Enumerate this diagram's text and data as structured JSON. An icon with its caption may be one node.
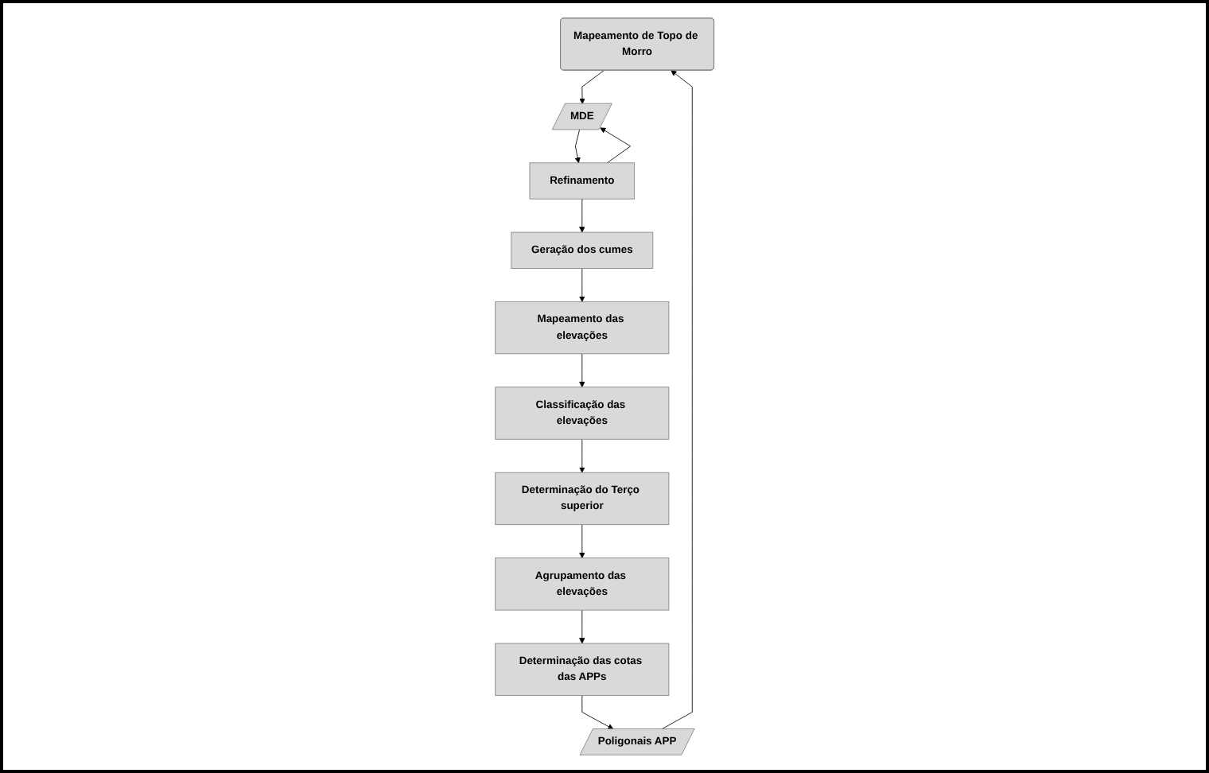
{
  "diagram": {
    "nodes": [
      {
        "text": [
          "Mapeamento de Topo de Morro"
        ]
      },
      {
        "text": [
          "MDE"
        ]
      },
      {
        "text": [
          "Refinamento"
        ]
      },
      {
        "text": [
          "Geração dos cumes"
        ]
      },
      {
        "text": [
          "Mapeamento das elevações"
        ]
      },
      {
        "text": [
          "Classificação das elevações"
        ]
      },
      {
        "text": [
          "Determinação do Terço superior"
        ]
      },
      {
        "text": [
          "Agrupamento das elevações"
        ]
      },
      {
        "text": [
          "Determinação das cotas das APPs"
        ]
      },
      {
        "text": [
          "Poligonais APP"
        ]
      }
    ],
    "edges": [
      {
        "from": 0,
        "to": 1,
        "arrow": "to"
      },
      {
        "from": 1,
        "to": 2,
        "arrow": "to"
      },
      {
        "from": 2,
        "to": 1,
        "arrow": "to"
      },
      {
        "from": 2,
        "to": 3,
        "arrow": "to"
      },
      {
        "from": 3,
        "to": 4,
        "arrow": "to"
      },
      {
        "from": 4,
        "to": 5,
        "arrow": "to"
      },
      {
        "from": 5,
        "to": 6,
        "arrow": "to"
      },
      {
        "from": 6,
        "to": 7,
        "arrow": "to"
      },
      {
        "from": 7,
        "to": 8,
        "arrow": "to"
      },
      {
        "from": 8,
        "to": 9,
        "arrow": "to"
      },
      {
        "from": 9,
        "to": 0,
        "arrow": "to"
      }
    ]
  }
}
